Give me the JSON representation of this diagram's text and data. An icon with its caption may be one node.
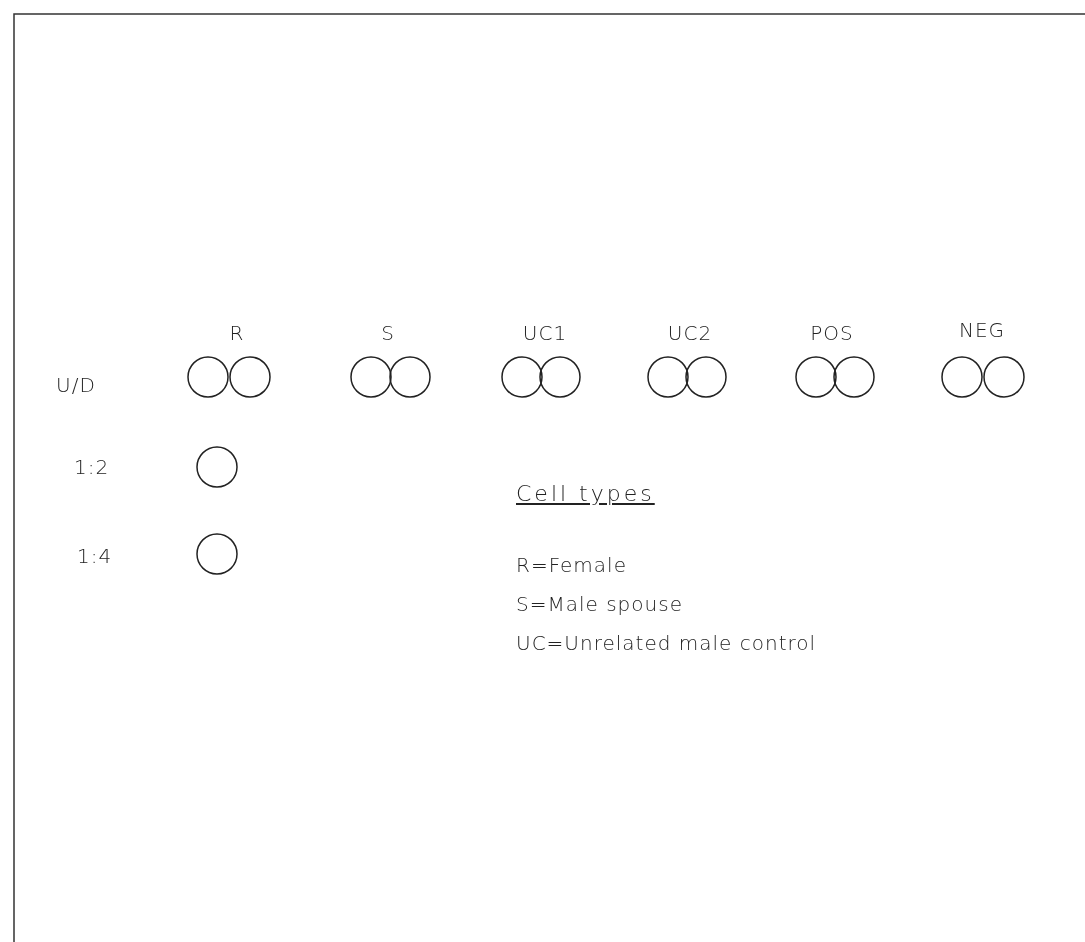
{
  "diagram": {
    "nodes": [
      {
        "text": [],
        "shape": "circle"
      },
      {
        "text": [],
        "shape": "circle"
      },
      {
        "text": [],
        "shape": "circle"
      },
      {
        "text": [],
        "shape": "circle"
      },
      {
        "text": [],
        "shape": "circle"
      },
      {
        "text": [],
        "shape": "circle"
      },
      {
        "text": [],
        "shape": "circle"
      },
      {
        "text": [],
        "shape": "circle"
      },
      {
        "text": [],
        "shape": "circle"
      },
      {
        "text": [],
        "shape": "circle"
      },
      {
        "text": [],
        "shape": "circle"
      },
      {
        "text": [],
        "shape": "circle"
      },
      {
        "text": [],
        "shape": "circle"
      },
      {
        "text": [],
        "shape": "circle"
      }
    ],
    "labels": [
      "R",
      "S",
      "UC1",
      "UC2",
      "POS",
      "NEG",
      "U/D",
      "1:2",
      "1:4",
      "Cell types",
      "R=Female",
      "S=Male spouse",
      "UC=Unrelated male control"
    ]
  }
}
